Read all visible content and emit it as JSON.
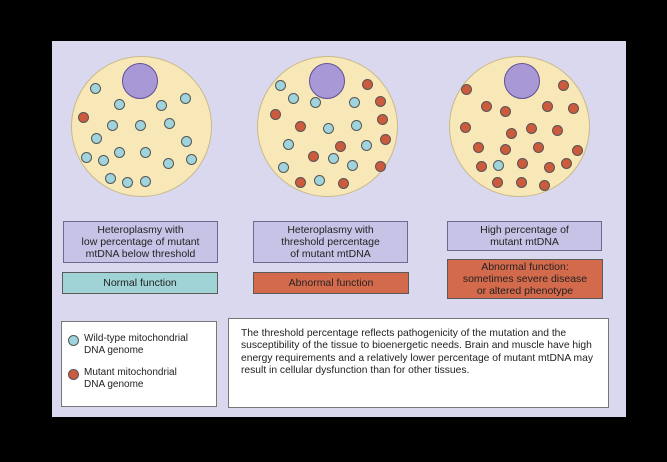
{
  "colors": {
    "wild_type": "#9fd4dc",
    "mutant": "#cc5a3c",
    "normal_function": "#9fd3d6",
    "abnormal_function": "#d46a4c"
  },
  "panels": [
    {
      "label": "Heteroplasmy with\nlow percentage of mutant\nmtDNA below threshold",
      "function": "Normal function"
    },
    {
      "label": "Heteroplasmy with\nthreshold percentage\nof mutant mtDNA",
      "function": "Abnormal function"
    },
    {
      "label": "High percentage of\nmutant mtDNA",
      "function": "Abnormal function:\nsometimes severe disease\nor altered phenotype"
    }
  ],
  "legend": {
    "wild_type": "Wild-type mitochondrial\nDNA genome",
    "mutant": "Mutant mitochondrial\nDNA genome"
  },
  "note": "The threshold percentage reflects pathogenicity of the mutation and the susceptibility of the tissue to bioenergetic needs. Brain and muscle have high energy requirements and a relatively lower percentage of mutant mtDNA may result in cellular dysfunction than for other tissues."
}
